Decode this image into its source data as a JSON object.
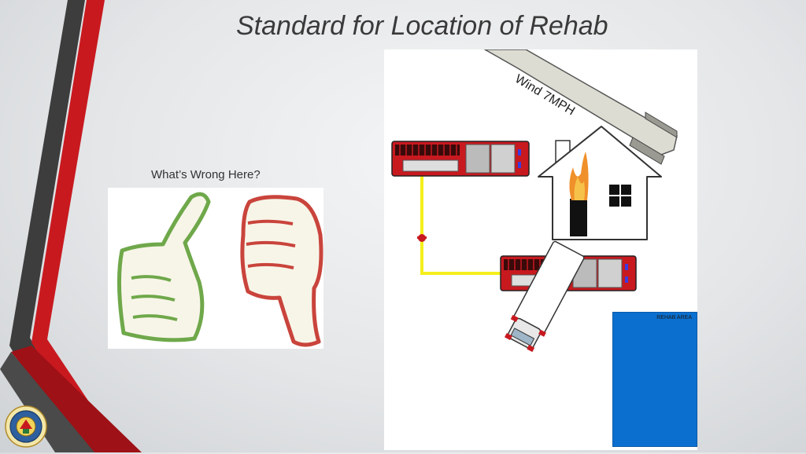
{
  "slide": {
    "title": "Standard for Location of Rehab",
    "question": "What’s Wrong Here?"
  },
  "diagram": {
    "wind_label": "Wind 7MPH",
    "rehab_label": "REHAB AREA"
  },
  "colors": {
    "accent_red": "#c8191f",
    "accent_dark": "#3a3a3a",
    "rehab_blue": "#0a6fcf",
    "hose_yellow": "#f4ef1c",
    "thumb_up_green": "#6fa84a",
    "thumb_down_red": "#c9443c"
  },
  "icons": [
    "thumbs-up-icon",
    "thumbs-down-icon",
    "fire-engine-icon",
    "ambulance-icon",
    "house-on-fire-icon",
    "fire-hydrant-icon",
    "wind-arrow-icon",
    "department-seal-icon"
  ]
}
